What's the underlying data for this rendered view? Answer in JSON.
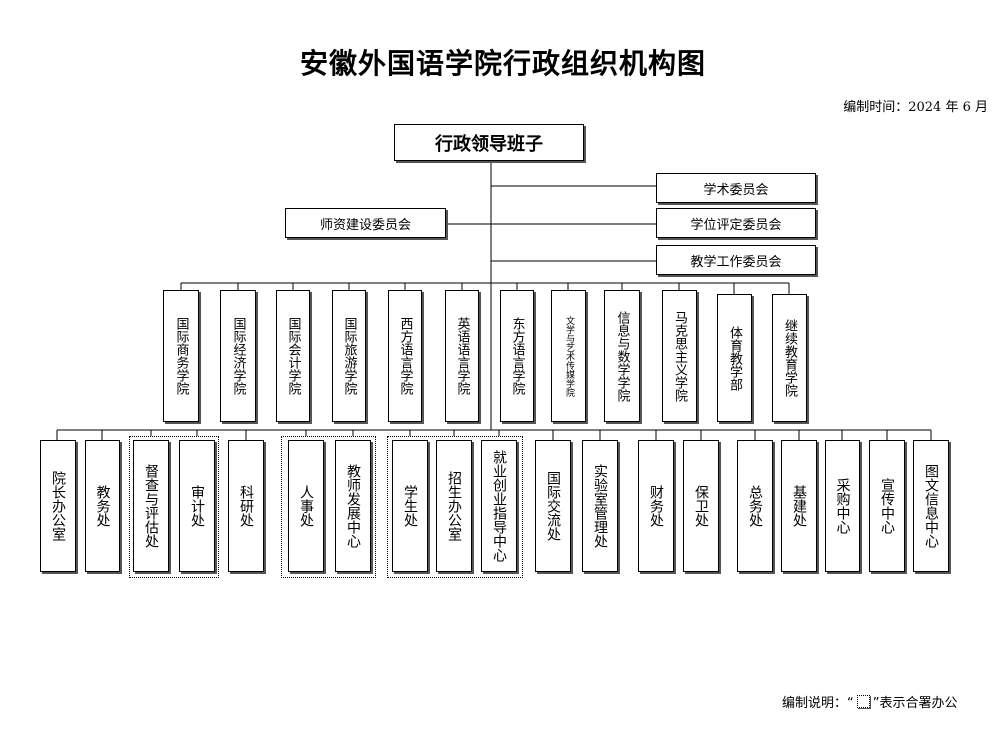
{
  "title": "安徽外国语学院行政组织机构图",
  "date": "编制时间：2024 年 6 月",
  "leader": "行政领导班子",
  "committees_right": [
    "学术委员会",
    "学位评定委员会",
    "教学工作委员会"
  ],
  "committee_left": "师资建设委员会",
  "colleges": [
    "国际商务学院",
    "国际经济学院",
    "国际会计学院",
    "国际旅游学院",
    "西方语言学院",
    "英语语言学院",
    "东方语言学院",
    "文学与艺术传媒学院",
    "信息与数学学院",
    "马克思主义学院",
    "体育教学部",
    "继续教育学院"
  ],
  "offices": [
    "院长办公室",
    "教务处",
    "督查与评估处",
    "审计处",
    "科研处",
    "人事处",
    "教师发展中心",
    "学生处",
    "招生办公室",
    "就业创业指导中心",
    "国际交流处",
    "实验室管理处",
    "财务处",
    "保卫处",
    "总务处",
    "基建处",
    "采购中心",
    "宣传中心",
    "图文信息中心"
  ],
  "note": {
    "prefix": "编制说明：“",
    "suffix": "”表示合署办公"
  }
}
